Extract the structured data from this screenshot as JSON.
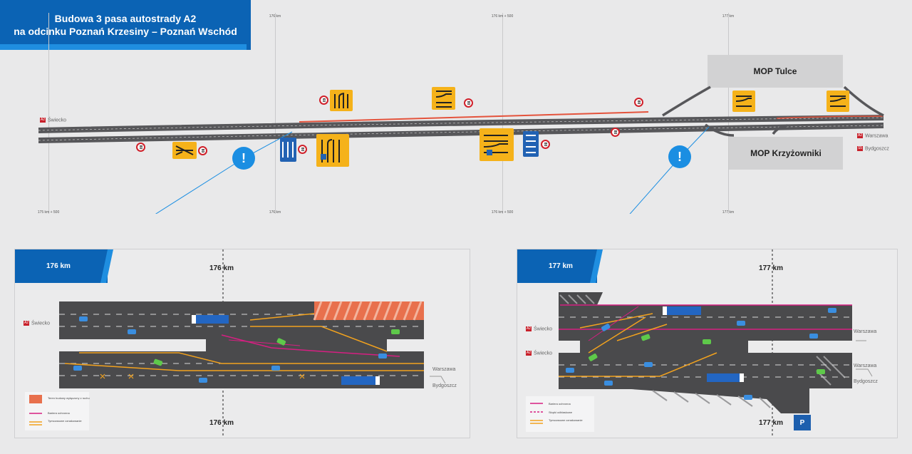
{
  "header": {
    "line1": "Budowa 3 pasa autostrady A2",
    "line2": "na odcinku Poznań Krzesiny – Poznań Wschód"
  },
  "km_markers": {
    "top": [
      "176 km",
      "176 km + 500",
      "177 km"
    ],
    "bottom": [
      "175 km + 500",
      "176 km",
      "176 km + 500",
      "177 km"
    ]
  },
  "mop": {
    "north": "MOP Tulce",
    "south": "MOP Krzyżowniki"
  },
  "directions": {
    "left": {
      "badge": "A2",
      "label": "Świecko"
    },
    "right_1": {
      "badge": "A2",
      "label": "Warszawa"
    },
    "right_2": {
      "badge": "S5",
      "label": "Bydgoszcz"
    }
  },
  "speed_limits": [
    "60",
    "80",
    "80",
    "80",
    "80",
    "80",
    "80",
    "80"
  ],
  "callout_symbol": "!",
  "panel_left": {
    "tab": "176 km",
    "km_top": "176 km",
    "km_bottom": "176 km",
    "dest_left": "Świecko",
    "dest_right_1": "Warszawa",
    "dest_right_2": "Bydgoszcz",
    "legend": [
      "Teren budowy\nwyłączony z ruchu",
      "Bariera ochronna",
      "Tymczasowe\noznakowanie"
    ]
  },
  "panel_right": {
    "tab": "177 km",
    "km_top": "177 km",
    "km_bottom": "177 km",
    "dest_left_1": "Świecko",
    "dest_left_2": "Świecko",
    "dest_right_1": "Warszawa",
    "dest_right_2": "Warszawa",
    "dest_right_3": "Bydgoszcz",
    "legend": [
      "Bariera ochronna",
      "Słupki odblaskowe",
      "Tymczasowe\noznakowanie"
    ]
  },
  "colors": {
    "brand_blue": "#0b63b4",
    "accent_blue": "#1f8ee0",
    "road": "#4a4a4c",
    "lane_yellow": "#f2a21e",
    "barrier_magenta": "#d61f82",
    "construction_orange": "#e8704d",
    "sign_red": "#d0202a"
  },
  "icons": [
    "exclamation-icon",
    "parking-icon",
    "truck-icon",
    "car-icon",
    "arrow-left-icon",
    "arrow-right-icon"
  ]
}
